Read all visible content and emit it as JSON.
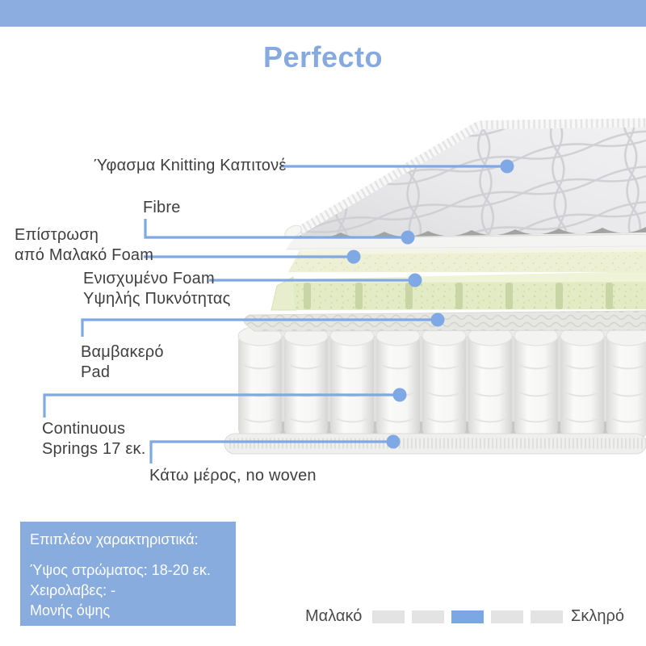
{
  "header": {
    "title": "Perfecto"
  },
  "colors": {
    "top_bar": "#8BADE0",
    "title": "#86AADF",
    "leader": "#7FA9E4",
    "info_box_bg": "#88ACDE",
    "info_box_text": "#FFFFFF",
    "scale_active": "#7CA7E5",
    "scale_inactive": "#E3E3E3",
    "label_text": "#3F3F40"
  },
  "diagram": {
    "labels": {
      "fabric": {
        "text": "Ύφασμα Knitting Καπιτονέ"
      },
      "fibre": {
        "text": "Fibre"
      },
      "soft_foam": {
        "line1": "Επίστρωση",
        "line2": "από Μαλακό Foam"
      },
      "dense_foam": {
        "line1": "Ενισχυμένο Foam",
        "line2": "Υψηλής Πυκνότητας"
      },
      "cotton_pad": {
        "line1": "Βαμβακερό",
        "line2": "Pad"
      },
      "springs": {
        "line1": "Continuous",
        "line2": "Springs 17 εκ."
      },
      "bottom": {
        "text": "Κάτω μέρος, no woven"
      }
    }
  },
  "info_box": {
    "heading": "Επιπλέον χαρακτηριστικά:",
    "lines": [
      "Ύψος στρώματος: 18-20 εκ.",
      "Χειρολαβες: -",
      "Μονής όψης"
    ]
  },
  "firmness": {
    "soft_label": "Μαλακό",
    "hard_label": "Σκληρό",
    "levels": 5,
    "active_level": 3
  }
}
